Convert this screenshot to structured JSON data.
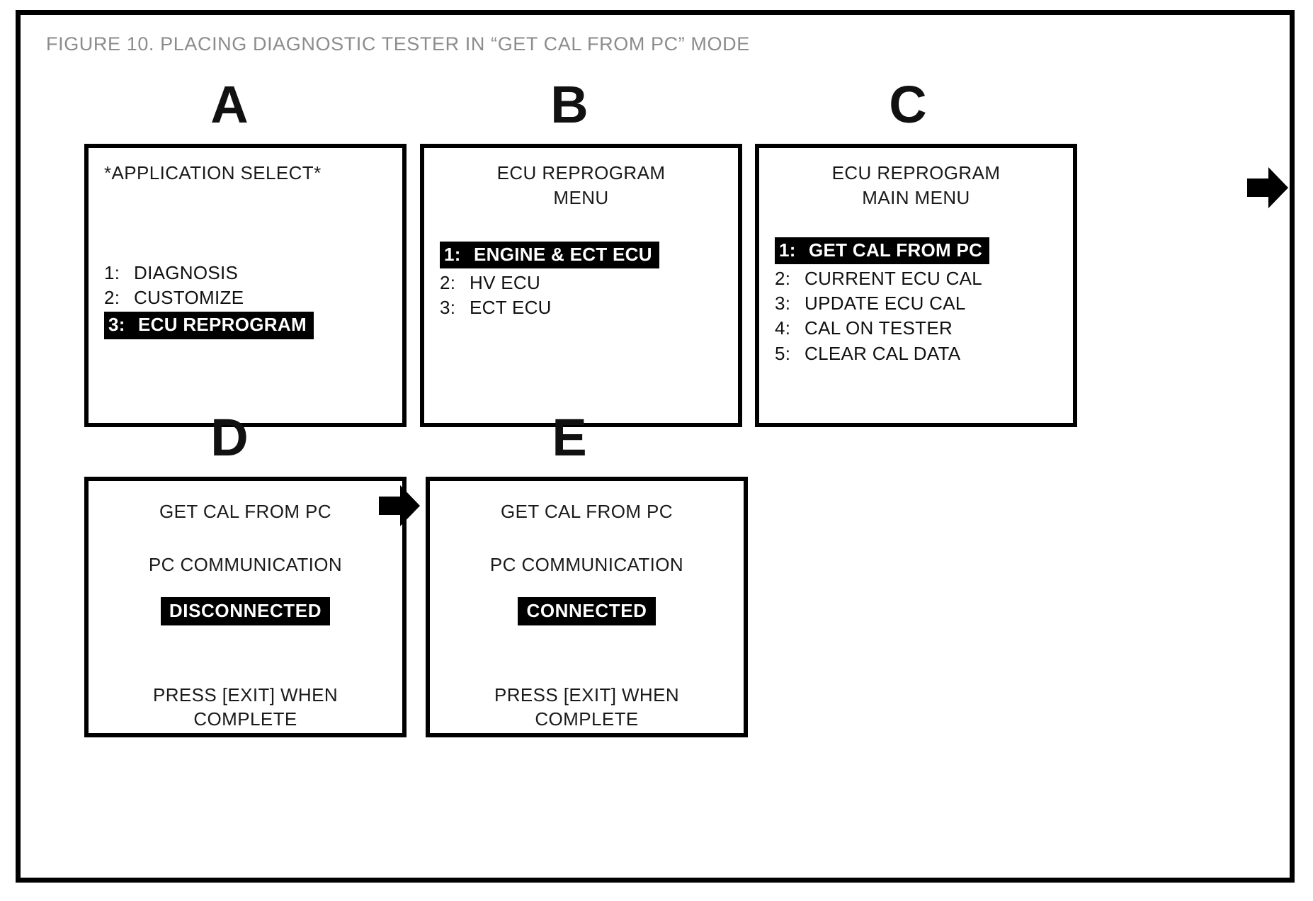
{
  "figure": {
    "title": "FIGURE 10.  PLACING DIAGNOSTIC TESTER IN “GET CAL FROM PC” MODE",
    "title_color": "#8c8c8c",
    "frame_color": "#000000",
    "background": "#ffffff",
    "highlight_bg": "#000000",
    "highlight_fg": "#ffffff"
  },
  "panels": [
    {
      "letter": "A",
      "title_lines": [
        "*APPLICATION SELECT*"
      ],
      "title_align": "left",
      "items": [
        {
          "index": "1:",
          "label": "DIAGNOSIS",
          "selected": false
        },
        {
          "index": "2:",
          "label": "CUSTOMIZE",
          "selected": false
        },
        {
          "index": "3:",
          "label": "ECU REPROGRAM",
          "selected": true
        }
      ]
    },
    {
      "letter": "B",
      "title_lines": [
        "ECU REPROGRAM",
        "MENU"
      ],
      "title_align": "center",
      "items": [
        {
          "index": "1:",
          "label": "ENGINE & ECT ECU",
          "selected": true
        },
        {
          "index": "2:",
          "label": "HV ECU",
          "selected": false
        },
        {
          "index": "3:",
          "label": "ECT ECU",
          "selected": false
        }
      ]
    },
    {
      "letter": "C",
      "title_lines": [
        "ECU REPROGRAM",
        "MAIN MENU"
      ],
      "title_align": "center",
      "items": [
        {
          "index": "1:",
          "label": "GET CAL FROM PC",
          "selected": true
        },
        {
          "index": "2:",
          "label": "CURRENT ECU CAL",
          "selected": false
        },
        {
          "index": "3:",
          "label": "UPDATE ECU CAL",
          "selected": false
        },
        {
          "index": "4:",
          "label": "CAL ON TESTER",
          "selected": false
        },
        {
          "index": "5:",
          "label": "CLEAR CAL DATA",
          "selected": false
        }
      ]
    },
    {
      "letter": "D",
      "title_lines": [
        "GET CAL FROM PC"
      ],
      "subtitle": "PC COMMUNICATION",
      "badge": "DISCONNECTED",
      "footer_lines": [
        "PRESS [EXIT] WHEN",
        "COMPLETE"
      ]
    },
    {
      "letter": "E",
      "title_lines": [
        "GET CAL FROM PC"
      ],
      "subtitle": "PC COMMUNICATION",
      "badge": "CONNECTED",
      "footer_lines": [
        "PRESS [EXIT] WHEN",
        "COMPLETE"
      ]
    }
  ],
  "arrows": [
    {
      "name": "arrow-a-to-b"
    },
    {
      "name": "arrow-b-to-c"
    },
    {
      "name": "arrow-c-to-next"
    },
    {
      "name": "arrow-d-to-e"
    }
  ]
}
